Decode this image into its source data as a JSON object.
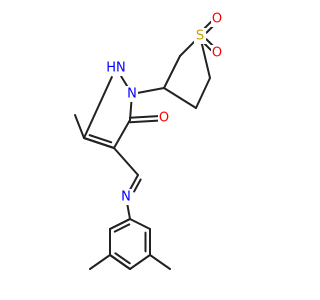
{
  "colors": {
    "bond": "#222222",
    "carbon": "#222222",
    "nitrogen": "#0000ff",
    "oxygen": "#ff0000",
    "sulfur": "#c8a000",
    "background": "#ffffff"
  },
  "atoms": [
    {
      "id": "S",
      "label": "S",
      "element": "sulfur"
    },
    {
      "id": "OS1",
      "label": "O",
      "element": "oxygen"
    },
    {
      "id": "OS2",
      "label": "O",
      "element": "oxygen"
    },
    {
      "id": "N1",
      "label": "N",
      "element": "nitrogen"
    },
    {
      "id": "N2",
      "label": "HN",
      "element": "nitrogen"
    },
    {
      "id": "O1",
      "label": "O",
      "element": "oxygen"
    },
    {
      "id": "N3",
      "label": "N",
      "element": "nitrogen"
    }
  ]
}
